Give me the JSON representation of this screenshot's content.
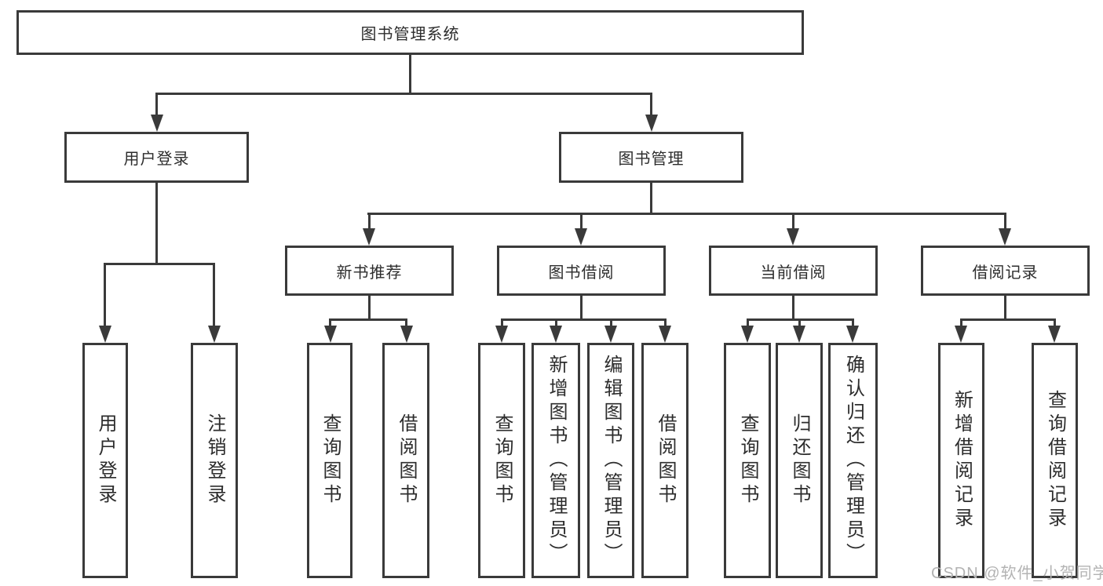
{
  "title": "图书管理系统",
  "watermark": "CSDN @软件_小贺同学",
  "colors": {
    "line": "#3a3a3a",
    "box_border": "#3a3a3a",
    "text": "#2d2d2d",
    "watermark_text": "#b3b3b3",
    "background": "#ffffff"
  },
  "tree": {
    "label": "图书管理系统",
    "children": [
      {
        "label": "用户登录",
        "children": [
          {
            "label": "用户登录"
          },
          {
            "label": "注销登录"
          }
        ]
      },
      {
        "label": "图书管理",
        "children": [
          {
            "label": "新书推荐",
            "children": [
              {
                "label": "查询图书"
              },
              {
                "label": "借阅图书"
              }
            ]
          },
          {
            "label": "图书借阅",
            "children": [
              {
                "label": "查询图书"
              },
              {
                "label": "新增图书（管理员）"
              },
              {
                "label": "编辑图书（管理员）"
              },
              {
                "label": "借阅图书"
              }
            ]
          },
          {
            "label": "当前借阅",
            "children": [
              {
                "label": "查询图书"
              },
              {
                "label": "归还图书"
              },
              {
                "label": "确认归还（管理员）"
              }
            ]
          },
          {
            "label": "借阅记录",
            "children": [
              {
                "label": "新增借阅记录"
              },
              {
                "label": "查询借阅记录"
              }
            ]
          }
        ]
      }
    ]
  }
}
